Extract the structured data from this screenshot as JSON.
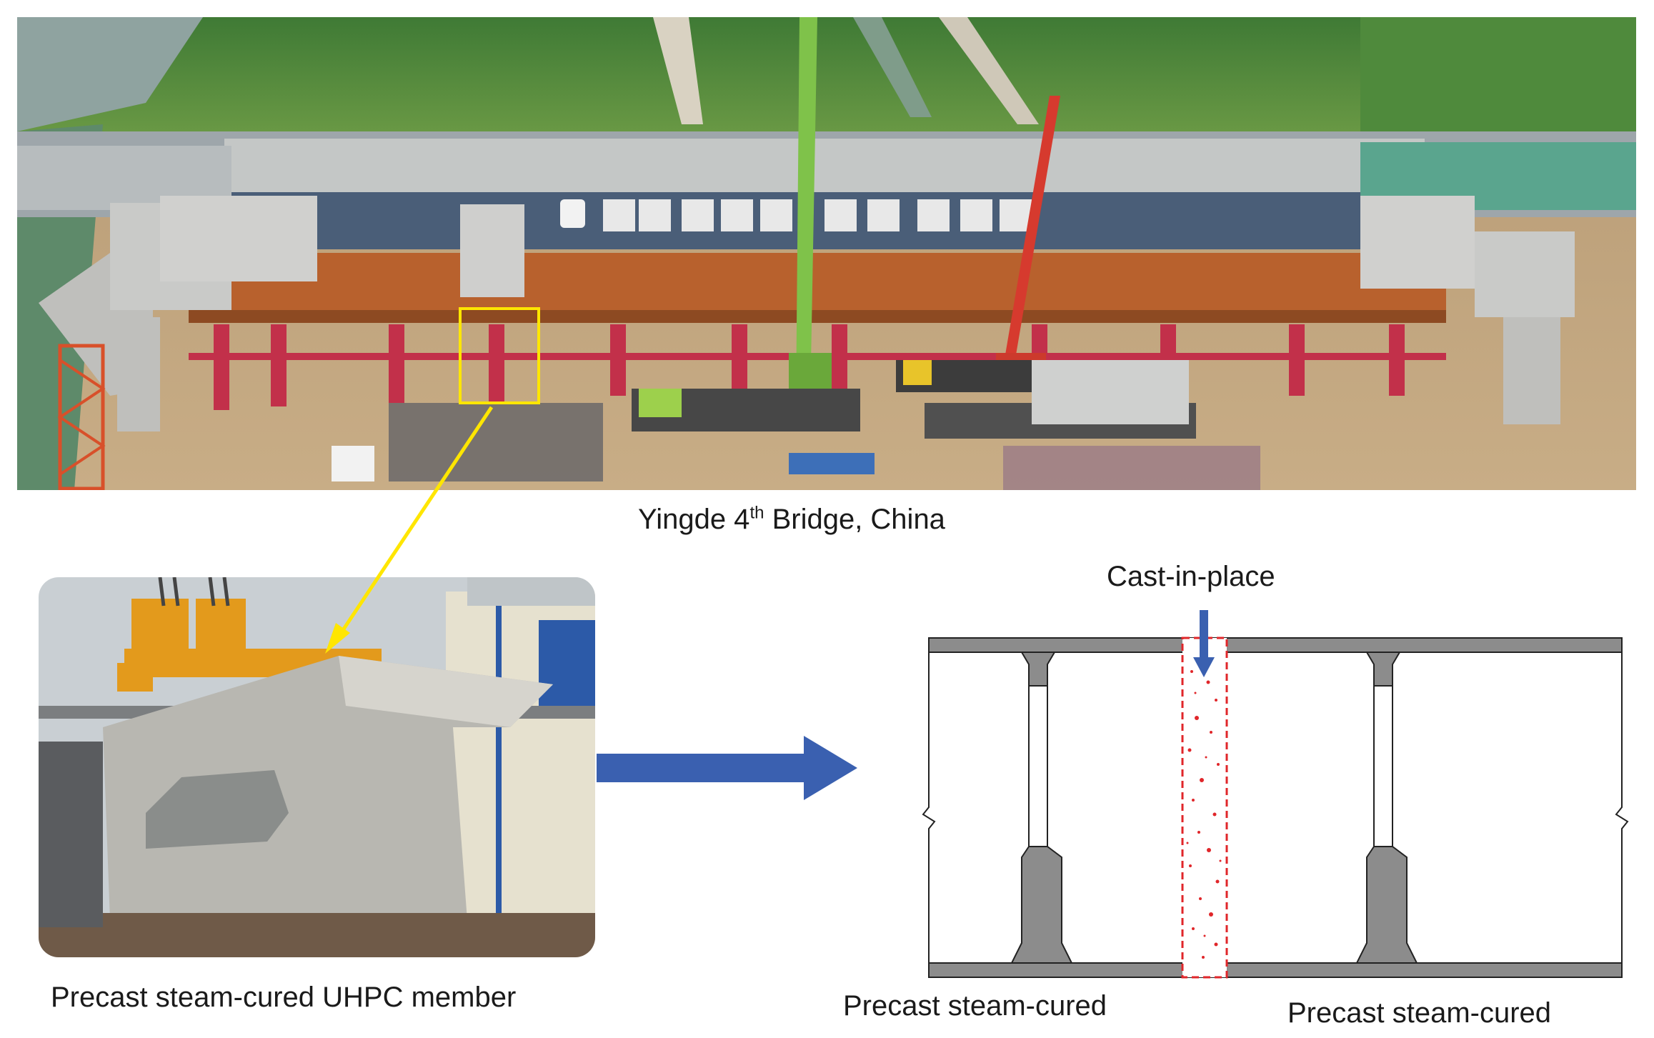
{
  "top_photo": {
    "caption_pre": "Yingde 4",
    "caption_sup": "th",
    "caption_post": " Bridge, China"
  },
  "member_photo": {
    "caption": "Precast steam-cured UHPC member"
  },
  "section": {
    "cast_label": "Cast-in-place",
    "left_label": "Precast steam-cured",
    "right_label": "Precast steam-cured"
  },
  "colors": {
    "highlight_box": "#ffe600",
    "leader": "#ffe600",
    "arrow": "#3a60b0",
    "concrete": "#8c8c8c",
    "cast_joint": "#e0262a"
  }
}
